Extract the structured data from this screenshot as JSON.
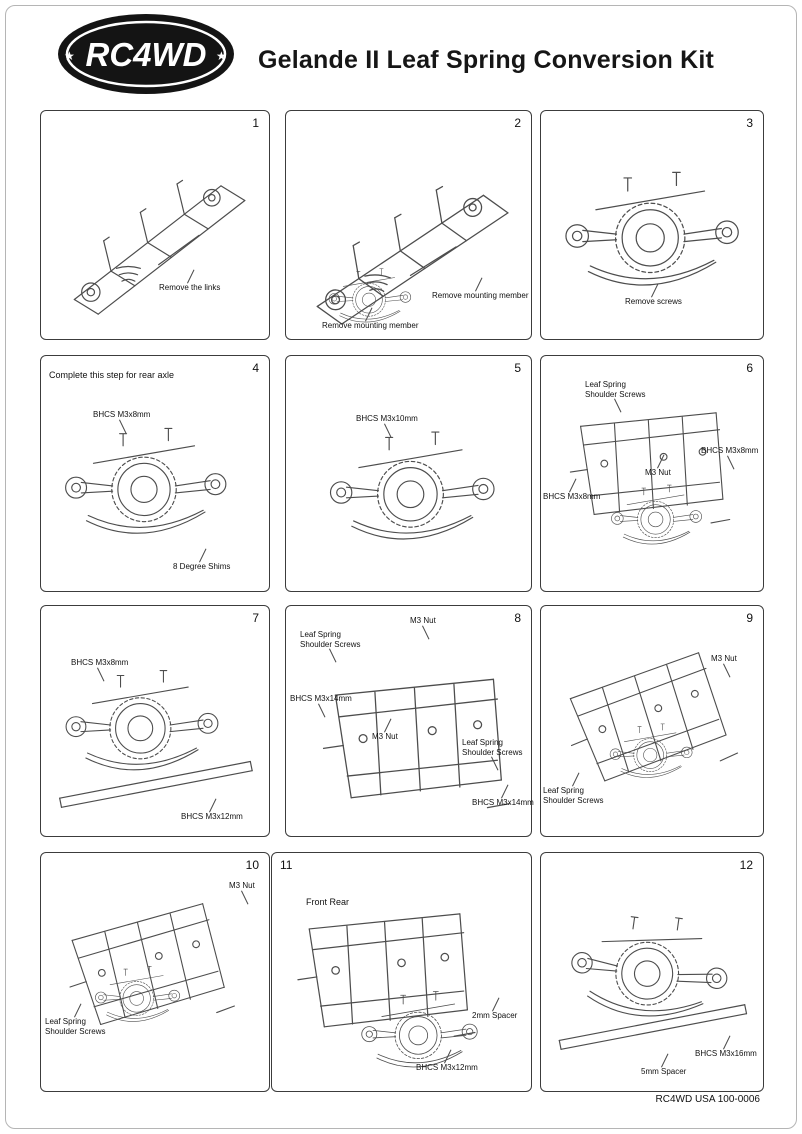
{
  "header": {
    "logo_text": "RC4WD",
    "logo_star": "★",
    "title": "Gelande II Leaf Spring Conversion Kit"
  },
  "footer": {
    "code": "RC4WD USA 100-0006"
  },
  "panels": [
    {
      "number": "1",
      "callouts": [
        {
          "text": "Remove the links"
        }
      ]
    },
    {
      "number": "2",
      "callouts": [
        {
          "text": "Remove mounting member"
        },
        {
          "text": "Remove mounting member"
        }
      ]
    },
    {
      "number": "3",
      "callouts": [
        {
          "text": "Remove screws"
        }
      ]
    },
    {
      "number": "4",
      "note": "Complete this step for rear axle",
      "callouts": [
        {
          "text": "BHCS M3x8mm"
        },
        {
          "text": "8 Degree Shims"
        }
      ]
    },
    {
      "number": "5",
      "callouts": [
        {
          "text": "BHCS M3x10mm"
        }
      ]
    },
    {
      "number": "6",
      "callouts": [
        {
          "text": "Leaf Spring Shoulder Screws"
        },
        {
          "text": "BHCS M3x8mm"
        },
        {
          "text": "M3 Nut"
        },
        {
          "text": "BHCS M3x8mm"
        }
      ]
    },
    {
      "number": "7",
      "callouts": [
        {
          "text": "BHCS M3x8mm"
        },
        {
          "text": "BHCS M3x12mm"
        }
      ]
    },
    {
      "number": "8",
      "callouts": [
        {
          "text": "M3 Nut"
        },
        {
          "text": "Leaf Spring Shoulder Screws"
        },
        {
          "text": "BHCS M3x14mm"
        },
        {
          "text": "M3 Nut"
        },
        {
          "text": "Leaf Spring Shoulder Screws"
        },
        {
          "text": "BHCS M3x14mm"
        }
      ]
    },
    {
      "number": "9",
      "callouts": [
        {
          "text": "M3 Nut"
        },
        {
          "text": "Leaf Spring Shoulder Screws"
        }
      ]
    },
    {
      "number": "10",
      "callouts": [
        {
          "text": "M3 Nut"
        },
        {
          "text": "Leaf Spring Shoulder Screws"
        }
      ]
    },
    {
      "number": "11",
      "note": "Front Rear",
      "callouts": [
        {
          "text": "2mm Spacer"
        },
        {
          "text": "BHCS M3x12mm"
        }
      ]
    },
    {
      "number": "12",
      "callouts": [
        {
          "text": "BHCS M3x16mm"
        },
        {
          "text": "5mm Spacer"
        }
      ]
    }
  ]
}
